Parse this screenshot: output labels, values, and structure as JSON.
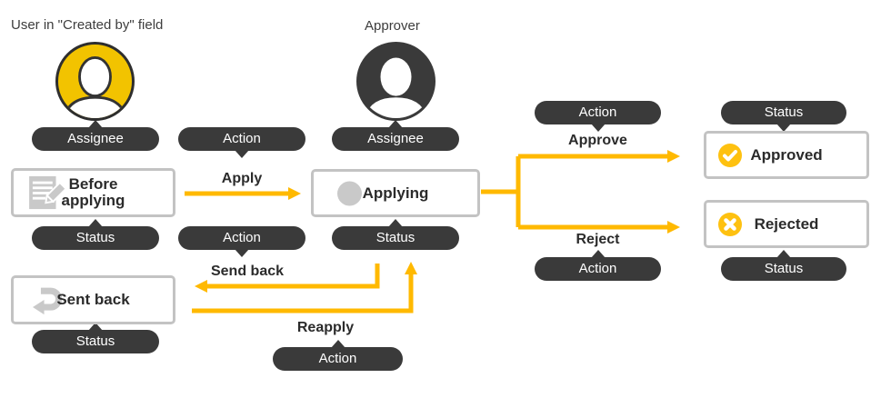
{
  "colors": {
    "accent_yellow": "#ffb900",
    "avatar_yellow": "#f2c300",
    "dark": "#3a3a3a",
    "box_border": "#c3c3c3",
    "icon_gray": "#c9c9c9",
    "status_yellow": "#fec110",
    "text_dark": "#2b2b2b"
  },
  "header": {
    "creator_label": "User in \"Created by\" field",
    "approver_label": "Approver"
  },
  "pills": {
    "assignee_creator": "Assignee",
    "action_apply": "Action",
    "assignee_approver": "Assignee",
    "status_before": "Status",
    "action_send_back": "Action",
    "status_applying": "Status",
    "action_approve": "Action",
    "status_approved": "Status",
    "action_reject": "Action",
    "status_rejected": "Status",
    "status_sent_back": "Status",
    "action_reapply": "Action"
  },
  "states": {
    "before_applying": "Before applying",
    "applying": "Applying",
    "approved": "Approved",
    "rejected": "Rejected",
    "sent_back": "Sent back"
  },
  "actions": {
    "apply": "Apply",
    "approve": "Approve",
    "reject": "Reject",
    "send_back": "Send back",
    "reapply": "Reapply"
  }
}
